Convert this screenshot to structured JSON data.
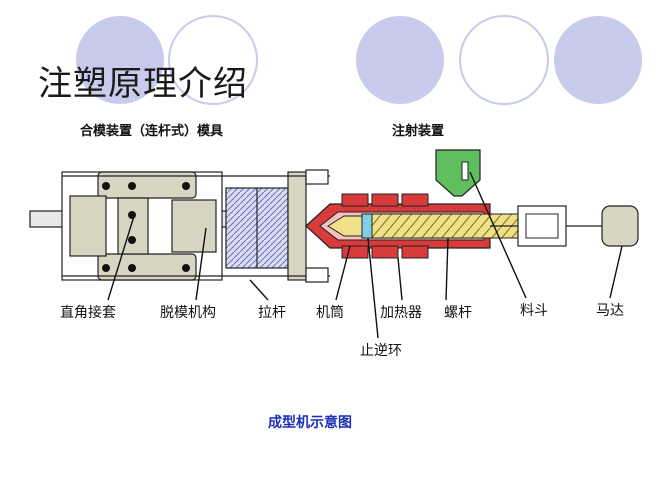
{
  "slide": {
    "title": "注塑原理介绍",
    "section_clamp": "合模装置（连杆式）模具",
    "section_injection": "注射装置",
    "caption": "成型机示意图"
  },
  "labels": {
    "clamp_sleeve": "直角接套",
    "ejector": "脱模机构",
    "tie_bar": "拉杆",
    "barrel": "机筒",
    "heater": "加热器",
    "screw": "螺杆",
    "hopper": "料斗",
    "motor": "马达",
    "check_ring": "止逆环"
  },
  "colors": {
    "circle": "#c9cbec",
    "frame_fill": "#d6d6c2",
    "mold_fill": "#b7b8e0",
    "heater_red": "#d93a3a",
    "screw_yellow": "#f0e08a",
    "hopper_green": "#5fbf5f",
    "barrel_cyan": "#7fd0e6",
    "caption_blue": "#1a2fb8"
  }
}
